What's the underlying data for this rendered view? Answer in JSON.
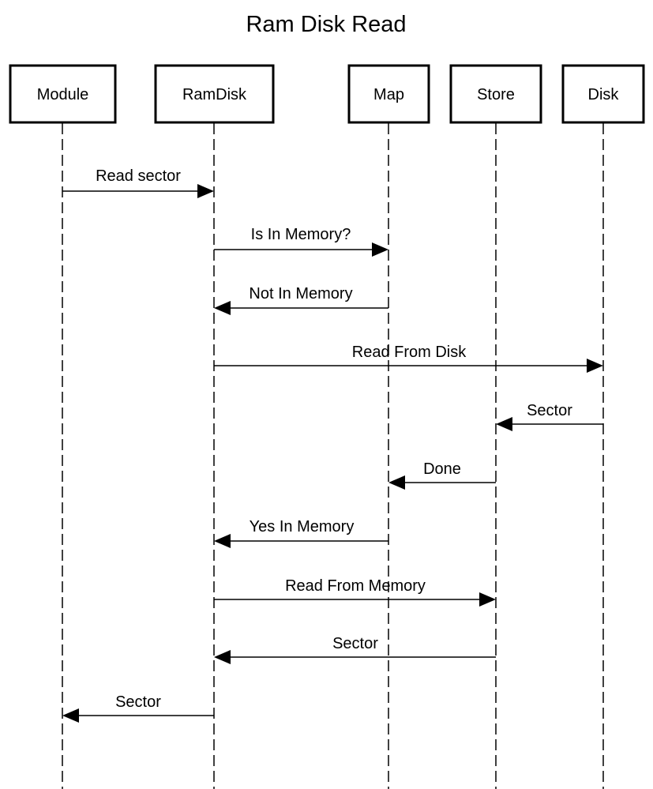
{
  "title": "Ram Disk Read",
  "participants": [
    {
      "id": "module",
      "label": "Module"
    },
    {
      "id": "ramdisk",
      "label": "RamDisk"
    },
    {
      "id": "map",
      "label": "Map"
    },
    {
      "id": "store",
      "label": "Store"
    },
    {
      "id": "disk",
      "label": "Disk"
    }
  ],
  "messages": [
    {
      "from": "module",
      "to": "ramdisk",
      "label": "Read sector"
    },
    {
      "from": "ramdisk",
      "to": "map",
      "label": "Is In Memory?"
    },
    {
      "from": "map",
      "to": "ramdisk",
      "label": "Not In Memory"
    },
    {
      "from": "ramdisk",
      "to": "disk",
      "label": "Read From Disk"
    },
    {
      "from": "disk",
      "to": "store",
      "label": "Sector"
    },
    {
      "from": "store",
      "to": "map",
      "label": "Done"
    },
    {
      "from": "map",
      "to": "ramdisk",
      "label": "Yes In Memory"
    },
    {
      "from": "ramdisk",
      "to": "store",
      "label": "Read From Memory"
    },
    {
      "from": "store",
      "to": "ramdisk",
      "label": "Sector"
    },
    {
      "from": "ramdisk",
      "to": "module",
      "label": "Sector"
    }
  ]
}
